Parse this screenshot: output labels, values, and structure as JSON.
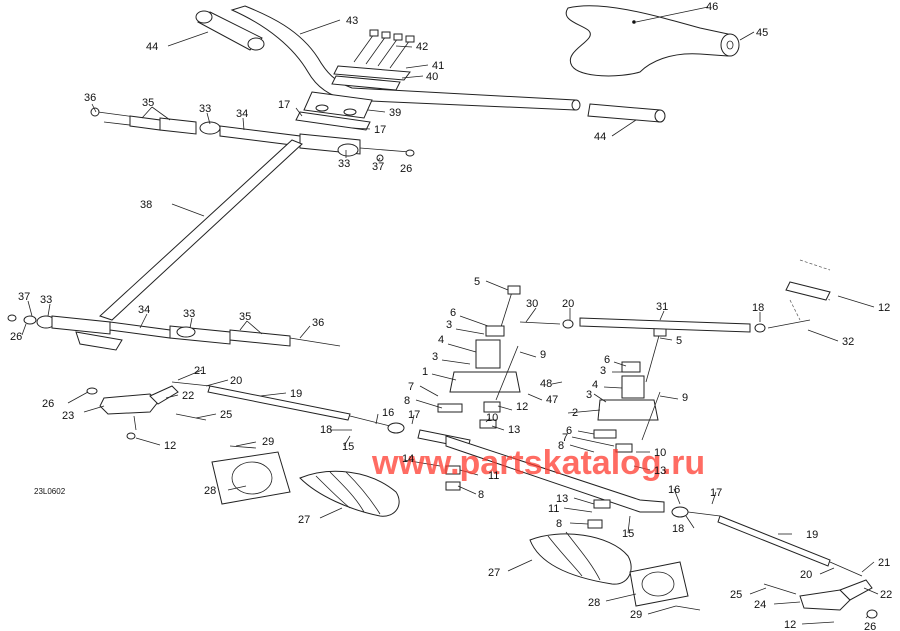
{
  "diagram": {
    "drawing_code": "23L0602",
    "watermark": "www.partskatalog.ru",
    "callouts": {
      "c46": "46",
      "c45": "45",
      "c43": "43",
      "c44a": "44",
      "c42": "42",
      "c41": "41",
      "c40": "40",
      "c44b": "44",
      "c36a": "36",
      "c35a": "35",
      "c33a": "33",
      "c34a": "34",
      "c17a": "17",
      "c39": "39",
      "c17b": "17",
      "c33b": "33",
      "c37a": "37",
      "c26a": "26",
      "c38": "38",
      "c5a": "5",
      "c30": "30",
      "c20a": "20",
      "c31": "31",
      "c18a": "18",
      "c12a": "12",
      "c32": "32",
      "c37b": "37",
      "c33c": "33",
      "c26b": "26",
      "c34b": "34",
      "c33d": "33",
      "c35b": "35",
      "c36b": "36",
      "c6a": "6",
      "c3a": "3",
      "c4a": "4",
      "c9a": "9",
      "c5b": "5",
      "c6b": "6",
      "c3b": "3",
      "c3c": "3",
      "c4b": "4",
      "c1": "1",
      "c48": "48",
      "c47": "47",
      "c9b": "9",
      "c8a": "8",
      "c7a": "7",
      "c12b": "12",
      "c3d": "3",
      "c2": "2",
      "c10a": "10",
      "c13a": "13",
      "c6c": "6",
      "c7b": "7",
      "c8b": "8",
      "c10b": "10",
      "c13b": "13",
      "c21a": "21",
      "c20b": "20",
      "c19a": "19",
      "c26c": "26",
      "c22a": "22",
      "c23": "23",
      "c25a": "25",
      "c12c": "12",
      "c16a": "16",
      "c17c": "17",
      "c18b": "18",
      "c15a": "15",
      "c14": "14",
      "c11a": "11",
      "c8c": "8",
      "c29a": "29",
      "c28a": "28",
      "c27a": "27",
      "c13c": "13",
      "c11b": "11",
      "c8d": "8",
      "c16b": "16",
      "c17d": "17",
      "c18c": "18",
      "c15b": "15",
      "c19b": "19",
      "c27b": "27",
      "c21b": "21",
      "c20c": "20",
      "c22b": "22",
      "c25b": "25",
      "c24": "24",
      "c28b": "28",
      "c29b": "29",
      "c12d": "12",
      "c26d": "26"
    }
  }
}
